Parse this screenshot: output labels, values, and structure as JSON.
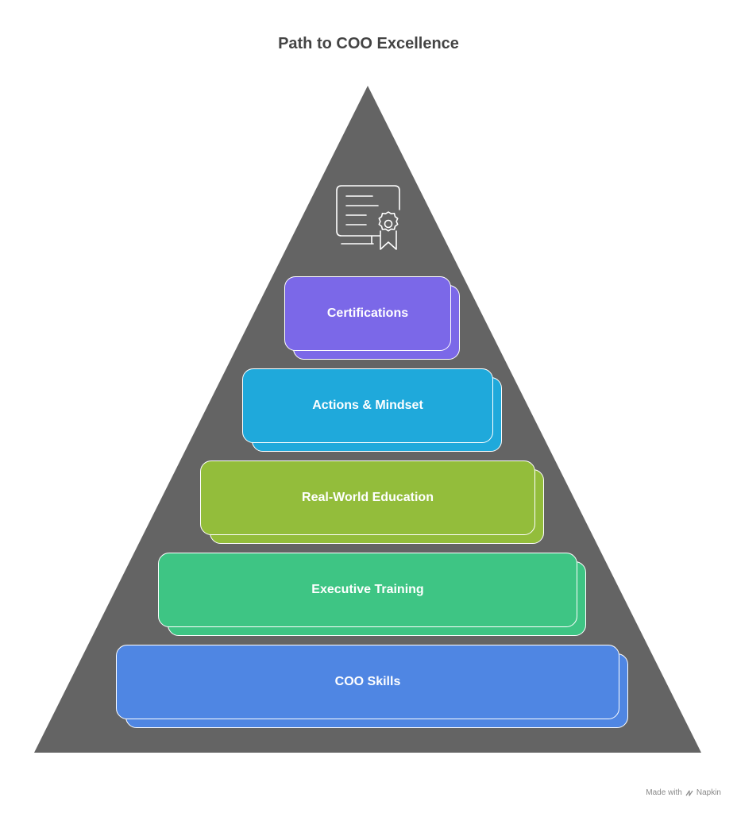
{
  "title": "Path to COO Excellence",
  "icon": "certificate-icon",
  "tiers": [
    {
      "label": "Certifications",
      "color": "#7b68e8"
    },
    {
      "label": "Actions & Mindset",
      "color": "#1fa9db"
    },
    {
      "label": "Real-World Education",
      "color": "#93bd3b"
    },
    {
      "label": "Executive Training",
      "color": "#3ec584"
    },
    {
      "label": "COO Skills",
      "color": "#4f86e3"
    }
  ],
  "colors": {
    "pyramid": "#646464",
    "title": "#444444"
  },
  "watermark": {
    "prefix": "Made with",
    "brand": "Napkin"
  }
}
